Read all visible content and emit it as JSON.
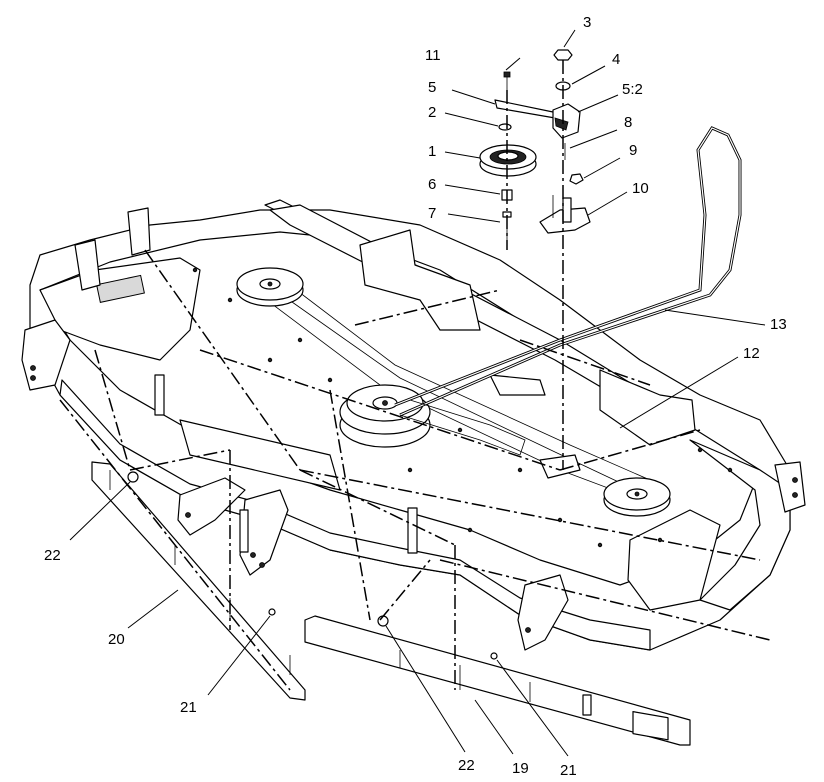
{
  "diagram": {
    "callouts": [
      {
        "id": "c3",
        "label": "3"
      },
      {
        "id": "c4",
        "label": "4"
      },
      {
        "id": "c5-2",
        "label": "5:2"
      },
      {
        "id": "c8",
        "label": "8"
      },
      {
        "id": "c9",
        "label": "9"
      },
      {
        "id": "c10",
        "label": "10"
      },
      {
        "id": "c11",
        "label": "11"
      },
      {
        "id": "c5",
        "label": "5"
      },
      {
        "id": "c2",
        "label": "2"
      },
      {
        "id": "c1",
        "label": "1"
      },
      {
        "id": "c6",
        "label": "6"
      },
      {
        "id": "c7",
        "label": "7"
      },
      {
        "id": "c13",
        "label": "13"
      },
      {
        "id": "c12",
        "label": "12"
      },
      {
        "id": "c22a",
        "label": "22"
      },
      {
        "id": "c20",
        "label": "20"
      },
      {
        "id": "c21a",
        "label": "21"
      },
      {
        "id": "c22b",
        "label": "22"
      },
      {
        "id": "c19",
        "label": "19"
      },
      {
        "id": "c21b",
        "label": "21"
      }
    ]
  }
}
